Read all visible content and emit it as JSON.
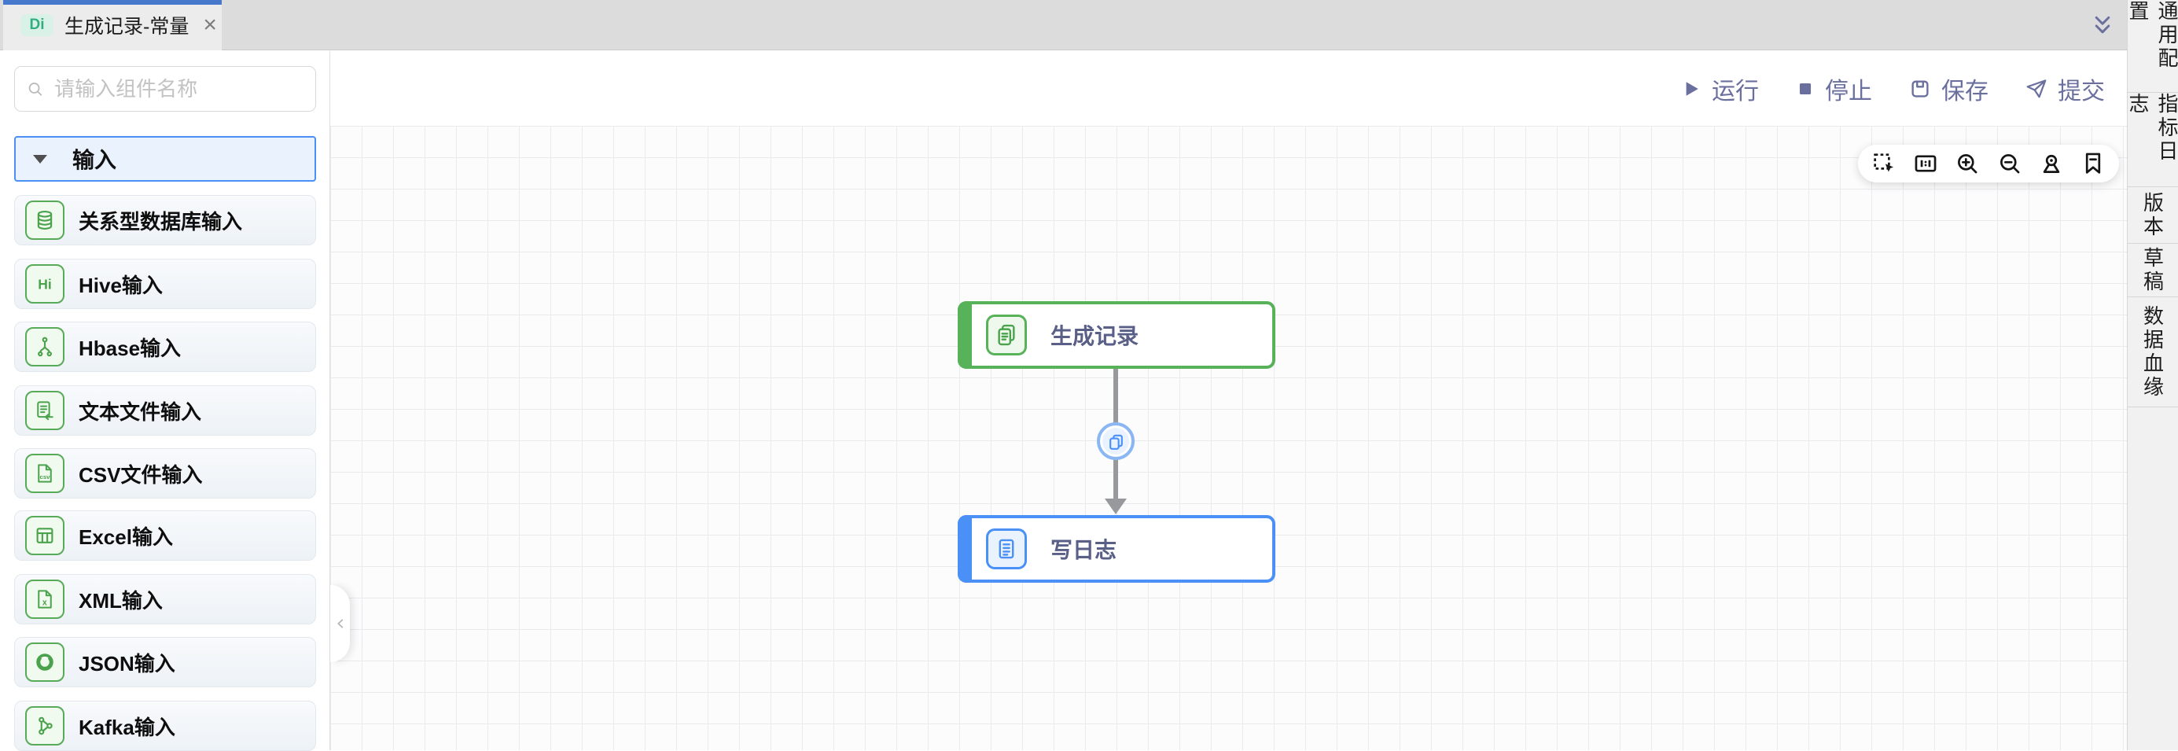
{
  "tab_bar": {
    "active_tab": {
      "badge": "Di",
      "title": "生成记录-常量",
      "close_label": "×"
    }
  },
  "header_toolbar": {
    "run": "运行",
    "stop": "停止",
    "save": "保存",
    "submit": "提交",
    "icons": [
      "play-icon",
      "stop-icon",
      "save-icon",
      "paper-plane-icon"
    ]
  },
  "component_panel": {
    "search_placeholder": "请输入组件名称",
    "search_icon": "search-icon",
    "group_label": "输入",
    "items": [
      {
        "label": "关系型数据库输入",
        "icon": "database-icon"
      },
      {
        "label": "Hive输入",
        "icon": "hive-icon",
        "icon_text": "Hi"
      },
      {
        "label": "Hbase输入",
        "icon": "hbase-icon"
      },
      {
        "label": "文本文件输入",
        "icon": "text-file-icon"
      },
      {
        "label": "CSV文件输入",
        "icon": "csv-file-icon",
        "icon_text": "csv"
      },
      {
        "label": "Excel输入",
        "icon": "excel-icon"
      },
      {
        "label": "XML输入",
        "icon": "xml-file-icon",
        "icon_text": "x"
      },
      {
        "label": "JSON输入",
        "icon": "json-icon"
      },
      {
        "label": "Kafka输入",
        "icon": "kafka-icon"
      }
    ]
  },
  "right_panel": {
    "tabs": [
      {
        "label": "通用配置"
      },
      {
        "label": "指标日志"
      },
      {
        "label": "版本"
      },
      {
        "label": "草稿"
      },
      {
        "label": "数据血缘"
      }
    ]
  },
  "canvas": {
    "toolbar_icons": [
      "marquee-select-icon",
      "fit-ratio-icon",
      "zoom-in-icon",
      "zoom-out-icon",
      "locate-icon",
      "bookmark-icon"
    ],
    "nodes": [
      {
        "label": "生成记录",
        "accent_color": "#57b259",
        "icon": "document-stack-icon"
      },
      {
        "label": "写日志",
        "accent_color": "#4a90f7",
        "icon": "log-document-icon"
      }
    ],
    "edge": {
      "from": "生成记录",
      "to": "写日志",
      "badge_icon": "copy-icon"
    }
  },
  "colors": {
    "accent_green": "#57b259",
    "accent_blue": "#4a90f7",
    "toolbar_slate": "#6a6f9e",
    "active_tab_indicator": "#4678cc",
    "badge_teal": "#2fae7e"
  }
}
